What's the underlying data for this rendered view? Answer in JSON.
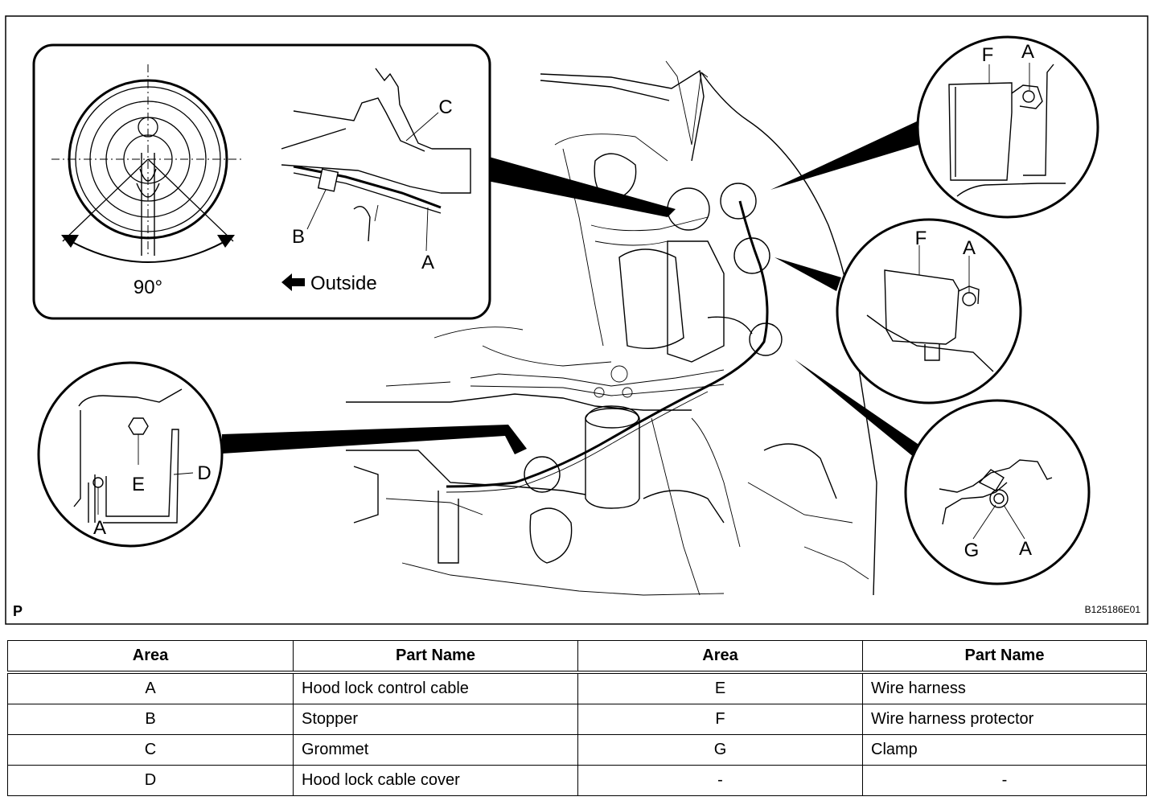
{
  "figure": {
    "page_marker": "P",
    "figure_id": "B125186E01",
    "inset_top_left": {
      "angle_label": "90°",
      "direction_label": "Outside",
      "labels": {
        "c": "C",
        "b": "B",
        "a": "A"
      }
    },
    "circle_f_top": {
      "f": "F",
      "a": "A"
    },
    "circle_f_mid": {
      "f": "F",
      "a": "A"
    },
    "circle_g": {
      "g": "G",
      "a": "A"
    },
    "circle_left": {
      "e": "E",
      "d": "D",
      "a": "A"
    }
  },
  "table": {
    "headers": [
      "Area",
      "Part Name",
      "Area",
      "Part Name"
    ],
    "rows": [
      {
        "area1": "A",
        "part1": "Hood lock control cable",
        "area2": "E",
        "part2": "Wire harness"
      },
      {
        "area1": "B",
        "part1": "Stopper",
        "area2": "F",
        "part2": "Wire harness protector"
      },
      {
        "area1": "C",
        "part1": "Grommet",
        "area2": "G",
        "part2": "Clamp"
      },
      {
        "area1": "D",
        "part1": "Hood lock cable cover",
        "area2": "-",
        "part2": "-"
      }
    ]
  }
}
